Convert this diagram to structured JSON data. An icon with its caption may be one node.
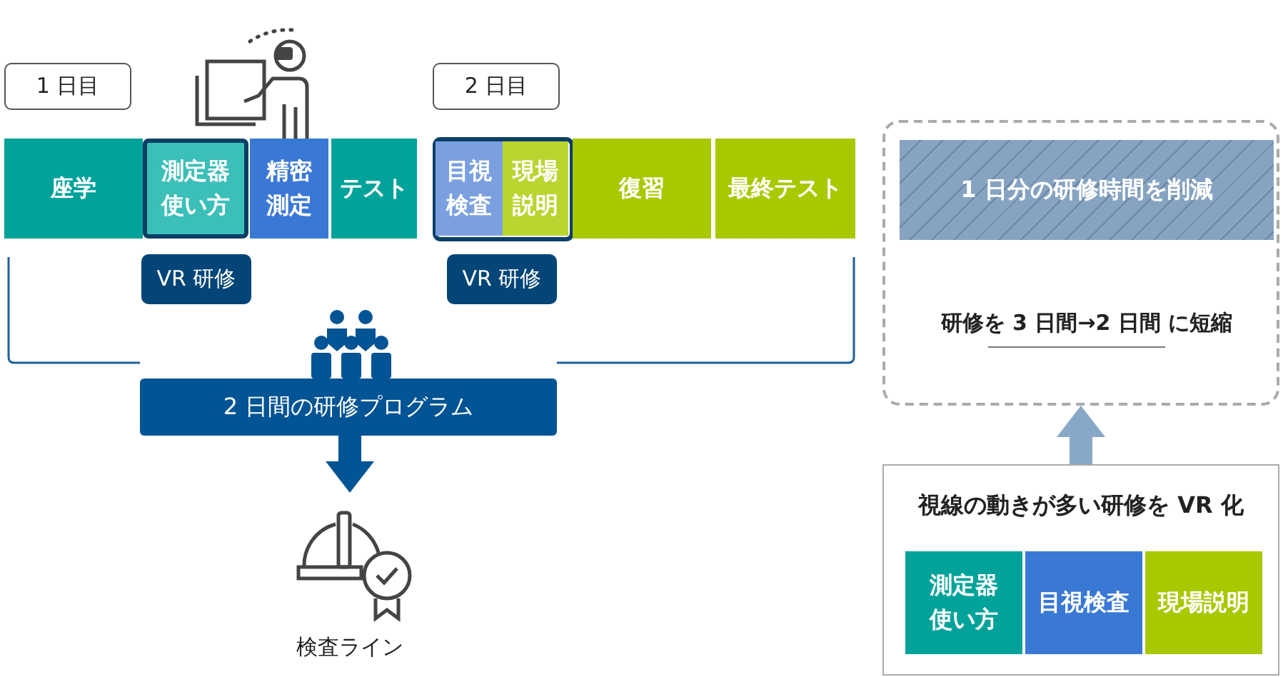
{
  "diagram": {
    "nodes": [
      {
        "text": [
          "1 日目"
        ]
      },
      {
        "text": [
          "2 日目"
        ]
      },
      {
        "text": [
          "座学"
        ]
      },
      {
        "text": [
          "測定器使い方"
        ]
      },
      {
        "text": [
          "精密測定"
        ]
      },
      {
        "text": [
          "テスト"
        ]
      },
      {
        "text": [
          "目視検査"
        ]
      },
      {
        "text": [
          "現場説明"
        ]
      },
      {
        "text": [
          "復習"
        ]
      },
      {
        "text": [
          "最終テスト"
        ]
      },
      {
        "text": [
          "VR 研修"
        ]
      },
      {
        "text": [
          "VR 研修"
        ]
      },
      {
        "text": [
          "2 日間の研修プログラム"
        ]
      },
      {
        "text": [
          "検査ライン"
        ]
      },
      {
        "text": [],
        "shape": "box"
      },
      {
        "text": [
          "1 日分の研修時間を削減"
        ],
        "in": 14
      },
      {
        "text": [
          "研修を 3 日間→2 日間 に短縮"
        ],
        "in": 14
      },
      {
        "text": [
          "視線の動きが多い研修を VR 化"
        ]
      },
      {
        "text": [
          "測定器使い方"
        ],
        "in": 17
      },
      {
        "text": [
          "目視検査"
        ],
        "in": 17
      },
      {
        "text": [
          "現場説明"
        ],
        "in": 17
      }
    ],
    "edges": [
      {
        "from": 12,
        "to": 13,
        "arrow": "to",
        "color": "#035494"
      },
      {
        "from": 17,
        "to": 14,
        "arrow": "to",
        "color": "#88a8c8"
      }
    ]
  }
}
